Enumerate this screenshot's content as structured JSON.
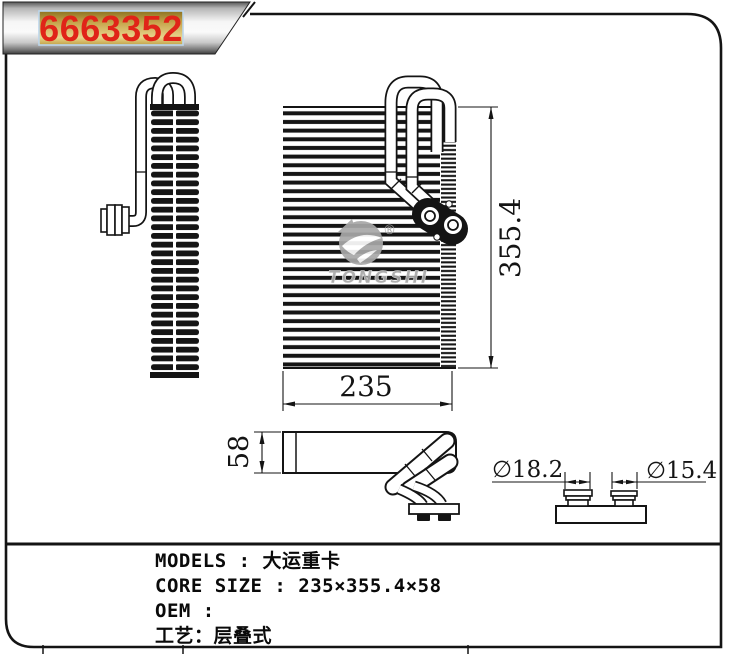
{
  "banner": {
    "part_number": "6663352"
  },
  "drawing": {
    "dim_height": "355.4",
    "dim_width": "235",
    "dim_depth": "58",
    "dim_port_large": "∅18.2",
    "dim_port_small": "∅15.4"
  },
  "watermark": {
    "name": "TONGSHI",
    "registered_mark": "®"
  },
  "specs": {
    "line1": "MODELS : 大运重卡",
    "line2": "CORE SIZE : 235×355.4×58",
    "line3": "OEM :",
    "line4": "工艺：层叠式"
  },
  "colors": {
    "part_number_red": "#e02418",
    "plate_gold": "#c7a64e",
    "watermark_gray": "#a8a8a8",
    "line_black": "#141414"
  }
}
